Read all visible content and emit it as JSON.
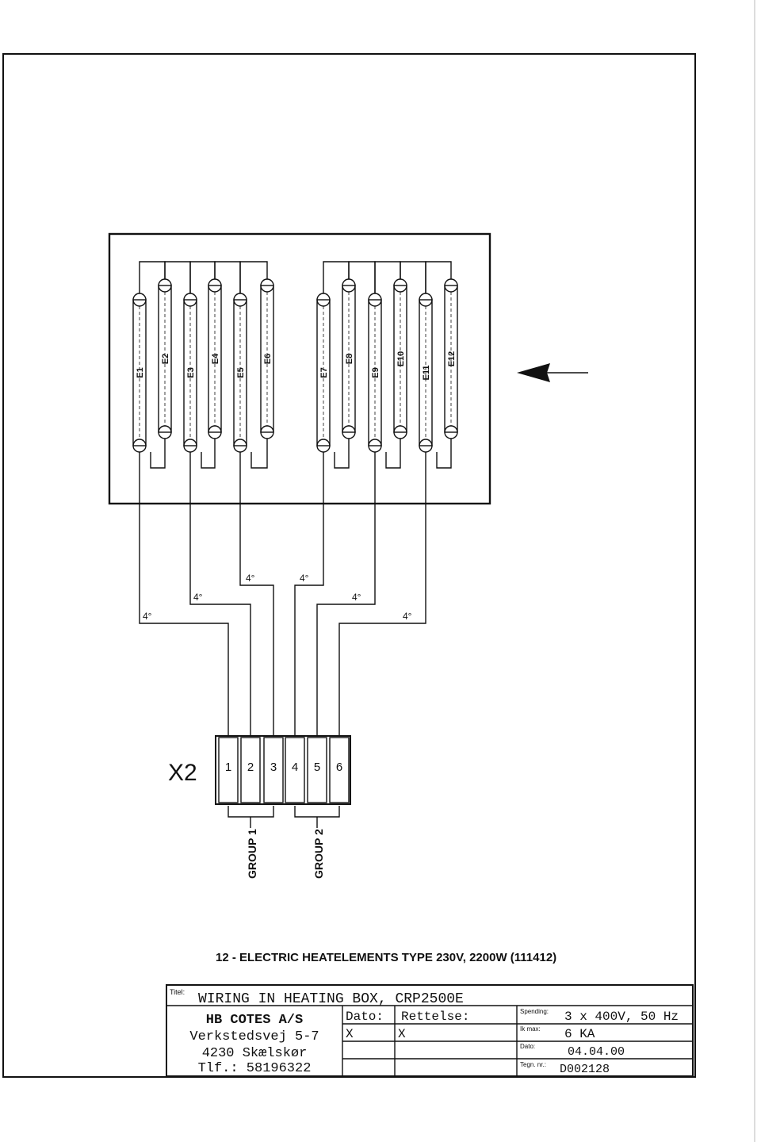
{
  "elements": [
    {
      "label": "E1"
    },
    {
      "label": "E2"
    },
    {
      "label": "E3"
    },
    {
      "label": "E4"
    },
    {
      "label": "E5"
    },
    {
      "label": "E6"
    },
    {
      "label": "E7"
    },
    {
      "label": "E8"
    },
    {
      "label": "E9"
    },
    {
      "label": "E10"
    },
    {
      "label": "E11"
    },
    {
      "label": "E12"
    }
  ],
  "wire_label": "4°",
  "terminal_block": {
    "name": "X2",
    "terminals": [
      "1",
      "2",
      "3",
      "4",
      "5",
      "6"
    ]
  },
  "groups": [
    "GROUP 1",
    "GROUP 2"
  ],
  "caption": "12 - ELECTRIC HEATELEMENTS TYPE 230V, 2200W (111412)",
  "title_block": {
    "titel_label": "Titel:",
    "title": "WIRING IN HEATING BOX, CRP2500E",
    "company": [
      "HB COTES A/S",
      "Verkstedsvej 5-7",
      "4230 Skælskør",
      "Tlf.: 58196322"
    ],
    "dato_label": "Dato:",
    "rettelse_label": "Rettelse:",
    "dato_value": "X",
    "rettelse_value": "X",
    "spending_label": "Spending:",
    "spending_value": "3 x 400V, 50 Hz",
    "ik_label": "Ik max:",
    "ik_value": "6 KA",
    "date_label": "Dato:",
    "date_value": "04.04.00",
    "tegn_label": "Tegn. nr.:",
    "tegn_value": "D002128"
  }
}
